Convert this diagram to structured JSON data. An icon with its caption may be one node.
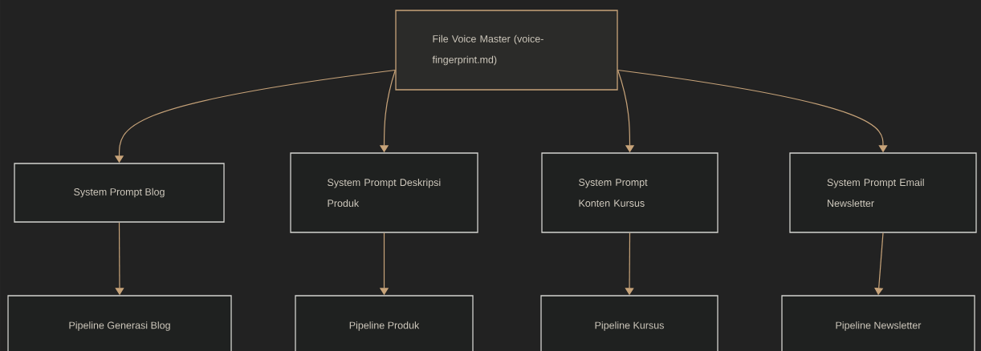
{
  "diagram": {
    "nodes": [
      {
        "text": [
          "File Voice Master (voice-fingerprint.md)"
        ]
      },
      {
        "text": [
          "System Prompt Blog"
        ]
      },
      {
        "text": [
          "System Prompt Deskripsi Produk"
        ]
      },
      {
        "text": [
          "System Prompt Konten Kursus"
        ]
      },
      {
        "text": [
          "System Prompt Email Newsletter"
        ]
      },
      {
        "text": [
          "Pipeline Generasi Blog"
        ]
      },
      {
        "text": [
          "Pipeline Produk"
        ]
      },
      {
        "text": [
          "Pipeline Kursus"
        ]
      },
      {
        "text": [
          "Pipeline Newsletter"
        ]
      }
    ],
    "edges": [
      {
        "from": 0,
        "to": 1,
        "arrow": "to"
      },
      {
        "from": 0,
        "to": 2,
        "arrow": "to"
      },
      {
        "from": 0,
        "to": 3,
        "arrow": "to"
      },
      {
        "from": 0,
        "to": 4,
        "arrow": "to"
      },
      {
        "from": 1,
        "to": 5,
        "arrow": "to"
      },
      {
        "from": 2,
        "to": 6,
        "arrow": "to"
      },
      {
        "from": 3,
        "to": 7,
        "arrow": "to"
      },
      {
        "from": 4,
        "to": 8,
        "arrow": "to"
      }
    ]
  }
}
